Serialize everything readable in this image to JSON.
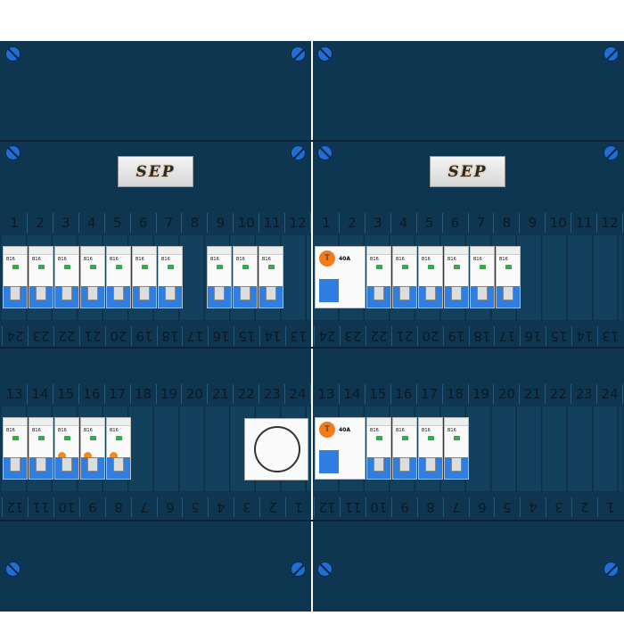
{
  "brand": {
    "logo_text": "SEP"
  },
  "numbers_top": [
    "1",
    "2",
    "3",
    "4",
    "5",
    "6",
    "7",
    "8",
    "9",
    "10",
    "11",
    "12"
  ],
  "numbers_bottom": [
    "13",
    "14",
    "15",
    "16",
    "17",
    "18",
    "19",
    "20",
    "21",
    "22",
    "23",
    "24"
  ],
  "colors": {
    "panel": "#0f3650",
    "screw": "#1f6fd3",
    "breaker_blue": "#2f7ee0",
    "indicator_green": "#27b341",
    "rcd_test": "#f07d1a"
  },
  "modules": {
    "breaker_label": "B16",
    "rcd_label": "40A",
    "rcd_test_label": "T"
  }
}
